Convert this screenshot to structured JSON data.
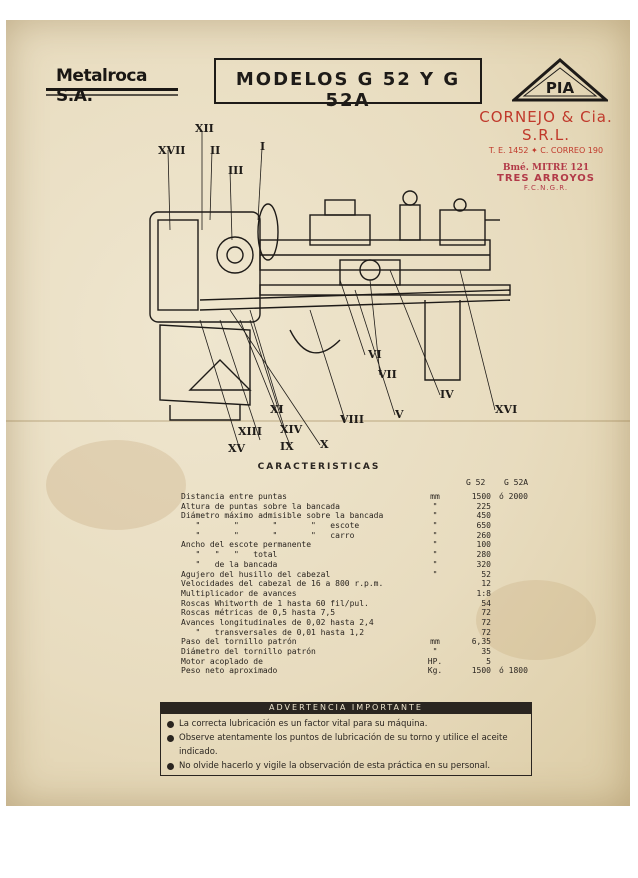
{
  "brand": {
    "logo_text": "Metalroca S.A."
  },
  "title": "MODELOS G 52 Y G 52A",
  "pia_logo": {
    "text": "PIA"
  },
  "stamp": {
    "line1": "CORNEJO & Cia. S.R.L.",
    "line2": "T. E. 1452 ✦ C. CORREO 190",
    "line3": "Bmé. MITRE 121",
    "line4": "TRES ARROYOS",
    "line5": "F.C.N.G.R."
  },
  "diagram_labels": [
    "XII",
    "XVII",
    "II",
    "I",
    "III",
    "VI",
    "VII",
    "IV",
    "XVI",
    "V",
    "VIII",
    "XI",
    "XIV",
    "XIII",
    "IX",
    "X",
    "XV"
  ],
  "specs": {
    "section_title": "CARACTERISTICAS",
    "col_g52": "G 52",
    "col_g52a": "G 52A",
    "rows": [
      {
        "label": "Distancia entre puntas",
        "unit": "mm",
        "g52": "1500",
        "g52a": "ó 2000"
      },
      {
        "label": "Altura de puntas sobre la bancada",
        "unit": "\"",
        "g52": "225",
        "g52a": ""
      },
      {
        "label": "Diámetro máximo admisible sobre la bancada",
        "unit": "\"",
        "g52": "450",
        "g52a": ""
      },
      {
        "label": "   \"       \"       \"       \"   escote",
        "unit": "\"",
        "g52": "650",
        "g52a": ""
      },
      {
        "label": "   \"       \"       \"       \"   carro",
        "unit": "\"",
        "g52": "260",
        "g52a": ""
      },
      {
        "label": "Ancho del escote permanente",
        "unit": "\"",
        "g52": "100",
        "g52a": ""
      },
      {
        "label": "   \"   \"   \"   total",
        "unit": "\"",
        "g52": "280",
        "g52a": ""
      },
      {
        "label": "   \"   de la bancada",
        "unit": "\"",
        "g52": "320",
        "g52a": ""
      },
      {
        "label": "Agujero del husillo del cabezal",
        "unit": "\"",
        "g52": "52",
        "g52a": ""
      },
      {
        "label": "Velocidades del cabezal de 16 a 800 r.p.m.",
        "unit": "",
        "g52": "12",
        "g52a": ""
      },
      {
        "label": "Multiplicador de avances",
        "unit": "",
        "g52": "1:8",
        "g52a": ""
      },
      {
        "label": "Roscas Whitworth de 1 hasta 60 fil/pul.",
        "unit": "",
        "g52": "54",
        "g52a": ""
      },
      {
        "label": "Roscas métricas de 0,5 hasta 7,5",
        "unit": "",
        "g52": "72",
        "g52a": ""
      },
      {
        "label": "Avances longitudinales de 0,02 hasta 2,4",
        "unit": "",
        "g52": "72",
        "g52a": ""
      },
      {
        "label": "   \"   transversales de 0,01 hasta 1,2",
        "unit": "",
        "g52": "72",
        "g52a": ""
      },
      {
        "label": "Paso del tornillo patrón",
        "unit": "mm",
        "g52": "6,35",
        "g52a": ""
      },
      {
        "label": "Diámetro del tornillo patrón",
        "unit": "\"",
        "g52": "35",
        "g52a": ""
      },
      {
        "label": "Motor acoplado de",
        "unit": "HP.",
        "g52": "5",
        "g52a": ""
      },
      {
        "label": "Peso neto aproximado",
        "unit": "Kg.",
        "g52": "1500",
        "g52a": "ó 1800"
      }
    ]
  },
  "warning": {
    "title": "ADVERTENCIA IMPORTANTE",
    "items": [
      "La correcta lubricación es un factor vital para su máquina.",
      "Observe atentamente los puntos de lubricación de su torno y utilice el aceite indicado.",
      "No olvide hacerlo y vigile la observación de esta práctica en su personal."
    ]
  }
}
